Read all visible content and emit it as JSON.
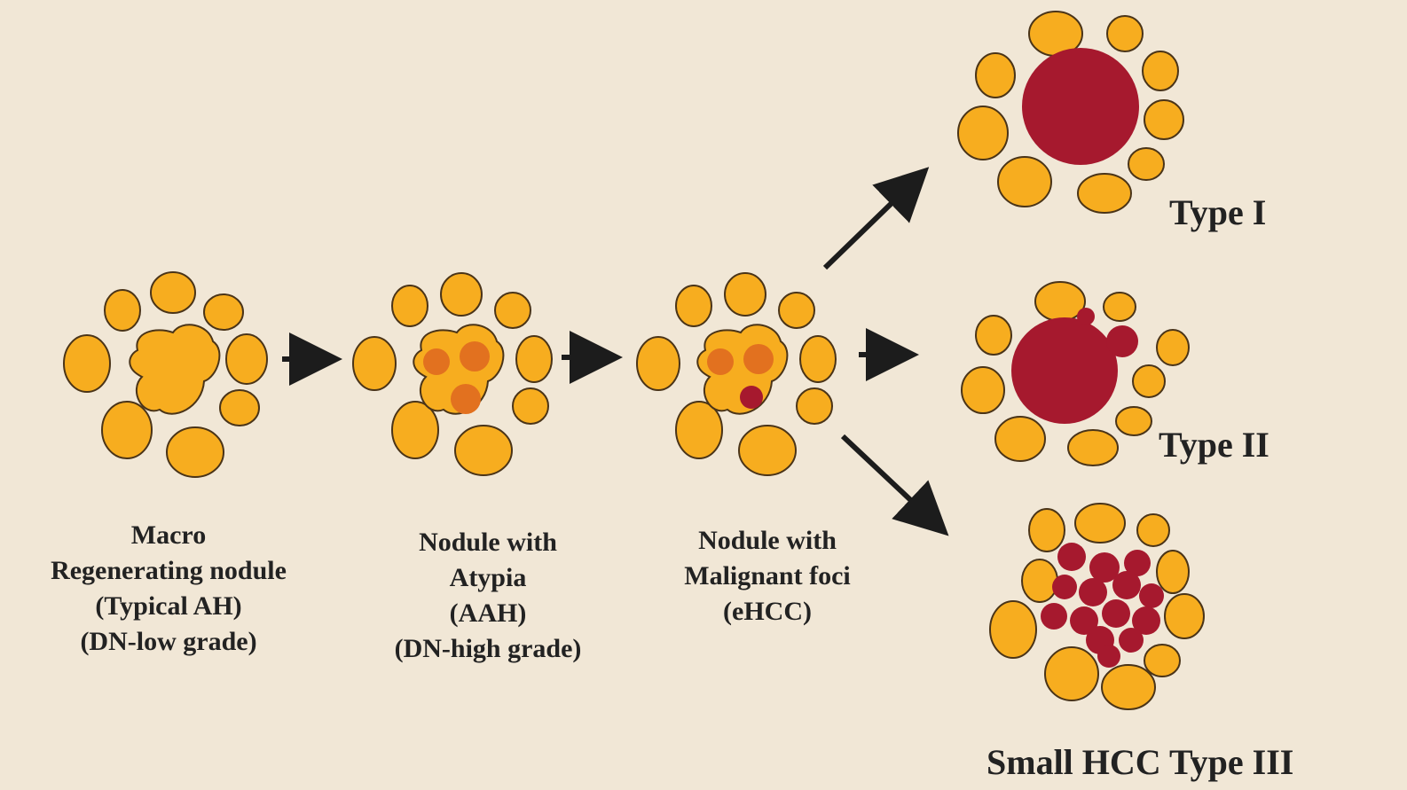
{
  "colors": {
    "background": "#f1e7d6",
    "hepatocyte": "#f7ad1f",
    "outline": "#4a3418",
    "atypia": "#e2711f",
    "malignant": "#a6192e",
    "arrow": "#1c1c1c"
  },
  "stages": [
    {
      "lines": [
        "Macro",
        "Regenerating nodule",
        "(Typical AH)",
        "(DN-low grade)"
      ]
    },
    {
      "lines": [
        "Nodule with",
        "Atypia",
        "(AAH)",
        "(DN-high grade)"
      ]
    },
    {
      "lines": [
        "Nodule with",
        "Malignant foci",
        "(eHCC)"
      ]
    }
  ],
  "types": [
    {
      "label": "Type I"
    },
    {
      "label": "Type II"
    },
    {
      "label": "Small HCC Type III"
    }
  ]
}
